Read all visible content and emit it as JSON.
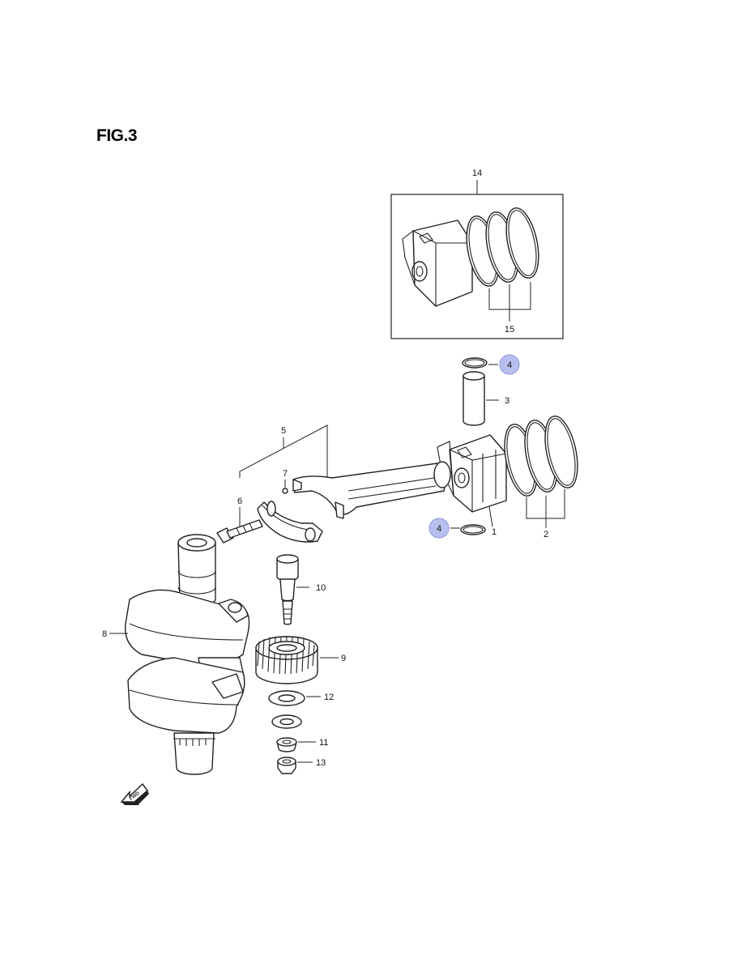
{
  "figure": {
    "title": "FIG.3"
  },
  "fwd_arrow": {
    "label": "FWD"
  },
  "callouts": {
    "c1": "1",
    "c2": "2",
    "c3": "3",
    "c4a": "4",
    "c4b": "4",
    "c5": "5",
    "c6": "6",
    "c7": "7",
    "c8": "8",
    "c9": "9",
    "c10": "10",
    "c11": "11",
    "c12": "12",
    "c13": "13",
    "c14": "14",
    "c15": "15"
  },
  "colors": {
    "highlight": "#b8bff0",
    "line": "#222222"
  }
}
